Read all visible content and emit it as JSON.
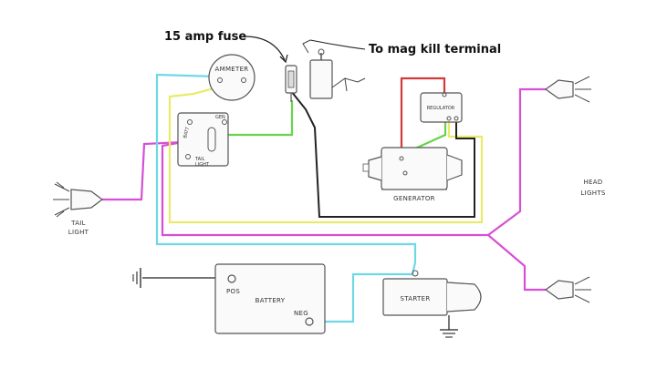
{
  "callouts": {
    "fuse": "15 amp fuse",
    "mag_kill": "To mag kill terminal"
  },
  "components": {
    "ammeter": "AMMETER",
    "generator": "GENERATOR",
    "regulator": "REGULATOR",
    "starter": "STARTER",
    "battery": "BATTERY",
    "battery_pos": "POS",
    "battery_neg": "NEG",
    "switch_left": "BATT",
    "switch_right": "GEN",
    "switch_bottom_left": "TAIL",
    "switch_bottom_right": "LIGHT",
    "tail_light_1": "TAIL",
    "tail_light_2": "LIGHT",
    "head_lights_1": "HEAD",
    "head_lights_2": "LIGHTS"
  },
  "wire_colors": {
    "magenta": "#d64fd6",
    "cyan": "#6fd8e6",
    "yellow": "#eaea6a",
    "green": "#66d44a",
    "red": "#d03a3a",
    "black": "#222222"
  }
}
